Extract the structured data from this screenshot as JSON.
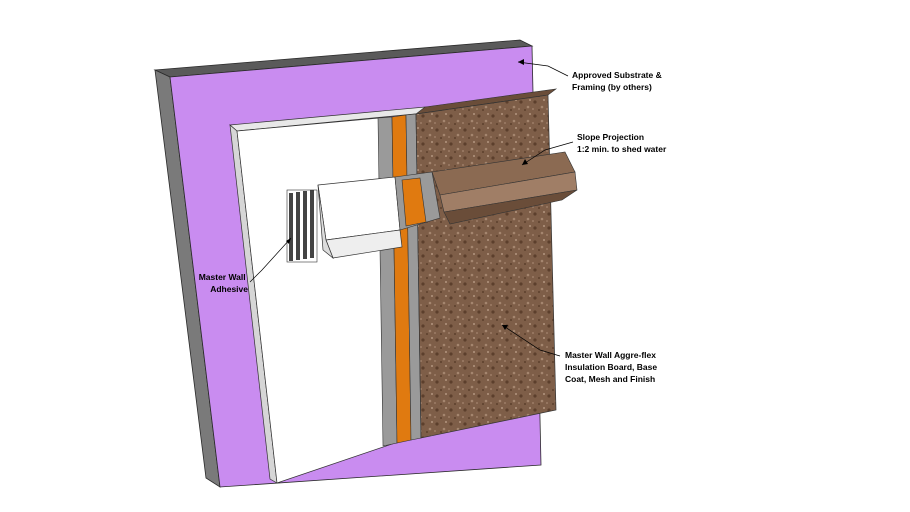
{
  "callouts": {
    "substrate": {
      "line1": "Approved Substrate &",
      "line2": "Framing (by others)"
    },
    "slope": {
      "line1": "Slope Projection",
      "line2": "1:2 min. to shed water"
    },
    "adhesive": {
      "line1": "Master Wall",
      "line2": "Adhesive"
    },
    "system": {
      "line1": "Master Wall Aggre-flex",
      "line2": "Insulation Board, Base",
      "line3": "Coat, Mesh and Finish"
    }
  },
  "colors": {
    "substrate": "#c98cf0",
    "substrate_dark": "#8a8a8a",
    "insulation": "#ffffff",
    "base_coat": "#9a9a9a",
    "mesh": "#e07a10",
    "finish": "#7e5e48"
  }
}
